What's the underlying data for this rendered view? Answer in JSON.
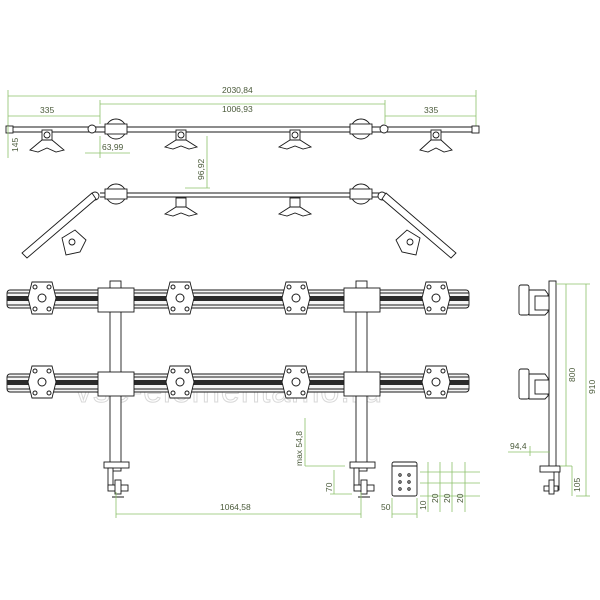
{
  "watermark": "vse-elementamo.ru",
  "colors": {
    "dimension": "#8cc06a",
    "ink": "#1a1a1a",
    "text": "#4a5a3a"
  },
  "dimensions": {
    "overall_width": "2030,84",
    "left_arm": "335",
    "center_span": "1006,93",
    "right_arm": "335",
    "height_145": "145",
    "offset_63": "63,99",
    "depth_96": "96,92",
    "post_spacing": "1064,58",
    "max_54": "max 54,8",
    "clamp_70": "70",
    "clamp_50": "50",
    "clamp_10": "10",
    "clamp_20a": "20",
    "clamp_20b": "20",
    "clamp_20c": "20",
    "side_800": "800",
    "side_910": "910",
    "side_94": "94,4",
    "side_105": "105"
  }
}
